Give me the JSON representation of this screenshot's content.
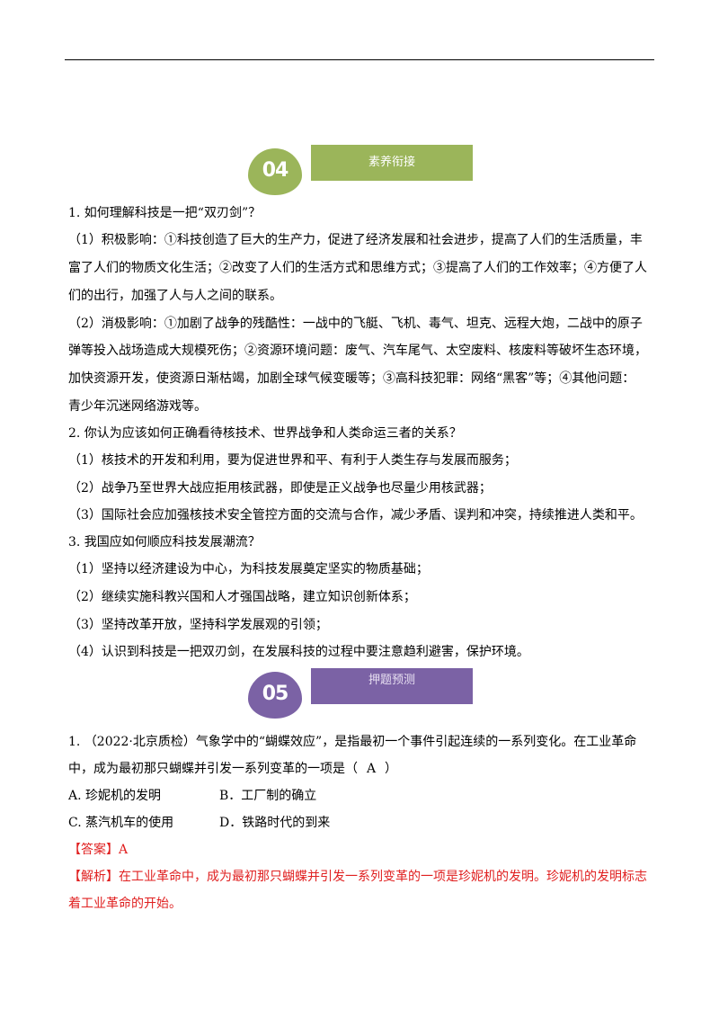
{
  "section4": {
    "number": "04",
    "title": "素养衔接",
    "lines": [
      "1.   如何理解科技是一把“双刃剑”？",
      "（1）积极影响：①科技创造了巨大的生产力，促进了经济发展和社会进步，提高了人们的生活质量，丰",
      "富了人们的物质文化生活；②改变了人们的生活方式和思维方式；③提高了人们的工作效率；④方便了人",
      "们的出行，加强了人与人之间的联系。",
      "（2）消极影响：①加剧了战争的残酷性：一战中的飞艇、飞机、毒气、坦克、远程大炮，二战中的原子",
      "弹等投入战场造成大规模死伤；②资源环境问题：废气、汽车尾气、太空废料、核废料等破坏生态环境，",
      "加快资源开发，使资源日渐枯竭，加剧全球气候变暖等；③高科技犯罪：网络“黑客”等；④其他问题：",
      "青少年沉迷网络游戏等。",
      "2.   你认为应该如何正确看待核技术、世界战争和人类命运三者的关系？",
      "（1）核技术的开发和利用，要为促进世界和平、有利于人类生存与发展而服务；",
      "（2）战争乃至世界大战应拒用核武器，即使是正义战争也尽量少用核武器；",
      "（3）国际社会应加强核技术安全管控方面的交流与合作，减少矛盾、误判和冲突，持续推进人类和平。",
      "3.   我国应如何顺应科技发展潮流？",
      "（1）坚持以经济建设为中心，为科技发展奠定坚实的物质基础；",
      "（2）继续实施科教兴国和人才强国战略，建立知识创新体系；",
      "（3）坚持改革开放，坚持科学发展观的引领；",
      "（4）认识到科技是一把双刃剑，在发展科技的过程中要注意趋利避害，保护环境。"
    ]
  },
  "section5": {
    "number": "05",
    "title": "押题预测",
    "question_line1": "1.  （2022·北京质检）气象学中的“蝴蝶效应”，是指最初一个事件引起连续的一系列变化。在工业革命",
    "question_line2_prefix": "中，成为最初那只蝴蝶并引发一系列变革的一项是（",
    "question_answer_inline": "A",
    "question_line2_suffix": "）",
    "options": [
      "A.  珍妮机的发明",
      "B．工厂制的确立",
      "C.  蒸汽机车的使用",
      "D．铁路时代的到来"
    ],
    "answer_label": "【答案】A",
    "analysis_line1": "【解析】在工业革命中，成为最初那只蝴蝶并引发一系列变革的一项是珍妮机的发明。珍妮机的发明标志",
    "analysis_line2": "着工业革命的开始。"
  }
}
